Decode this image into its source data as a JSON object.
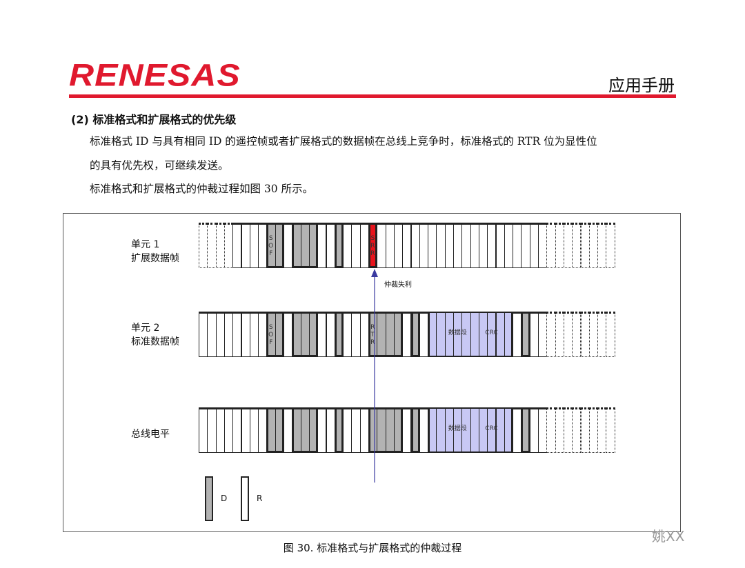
{
  "header": {
    "logo": "RENESAS",
    "doc_type": "应用手册",
    "brand_color": "#e0192e"
  },
  "section": {
    "title": "(2)  标准格式和扩展格式的优先级",
    "paragraphs": [
      "标准格式 ID 与具有相同 ID 的遥控帧或者扩展格式的数据帧在总线上竞争时，标准格式的 RTR 位为显性位",
      "的具有优先权，可继续发送。",
      "标准格式和扩展格式的仲裁过程如图 30 所示。"
    ]
  },
  "diagram": {
    "colors": {
      "dominant": "#b3b3b3",
      "recessive": "#ffffff",
      "lost": "#e8141c",
      "data": "#c8c8f4",
      "arrow": "#3a3aa0"
    },
    "rows": [
      {
        "label1": "单元 1",
        "label2": "扩展数据帧",
        "pattern": "wwwwwwwwggwgggwwgwwwrwwwwwwwwwwwwwwwwwwwwwwwwwwww",
        "fields": [
          {
            "text": "S\nO\nF",
            "cell": 8
          },
          {
            "text": "S\nR\nR",
            "cell": 20
          }
        ]
      },
      {
        "label1": "单元 2",
        "label2": "标准数据帧",
        "pattern": "wwwwwwwwggwgggwwgwwwggggwgwbbbbbbbbbbwgwwwwwwwwww",
        "fields": [
          {
            "text": "S\nO\nF",
            "cell": 8
          },
          {
            "text": "R\nT\nR",
            "cell": 20
          },
          {
            "text": "数据段",
            "cell": 30
          },
          {
            "text": "CRC",
            "cell": 34
          }
        ]
      },
      {
        "label1": "",
        "label2": "总线电平",
        "pattern": "wwwwwwwwggwgggwwgwwwggggwgwbbbbbbbbbbwgwwwwwwwwww",
        "fields": [
          {
            "text": "数据段",
            "cell": 30
          },
          {
            "text": "CRC",
            "cell": 34
          }
        ]
      }
    ],
    "annotation": "仲裁失利",
    "legend": [
      {
        "label": "D",
        "fill": "dominant"
      },
      {
        "label": "R",
        "fill": "recessive"
      }
    ]
  },
  "caption": "图 30.   标准格式与扩展格式的仲裁过程",
  "watermark": "姚XX"
}
